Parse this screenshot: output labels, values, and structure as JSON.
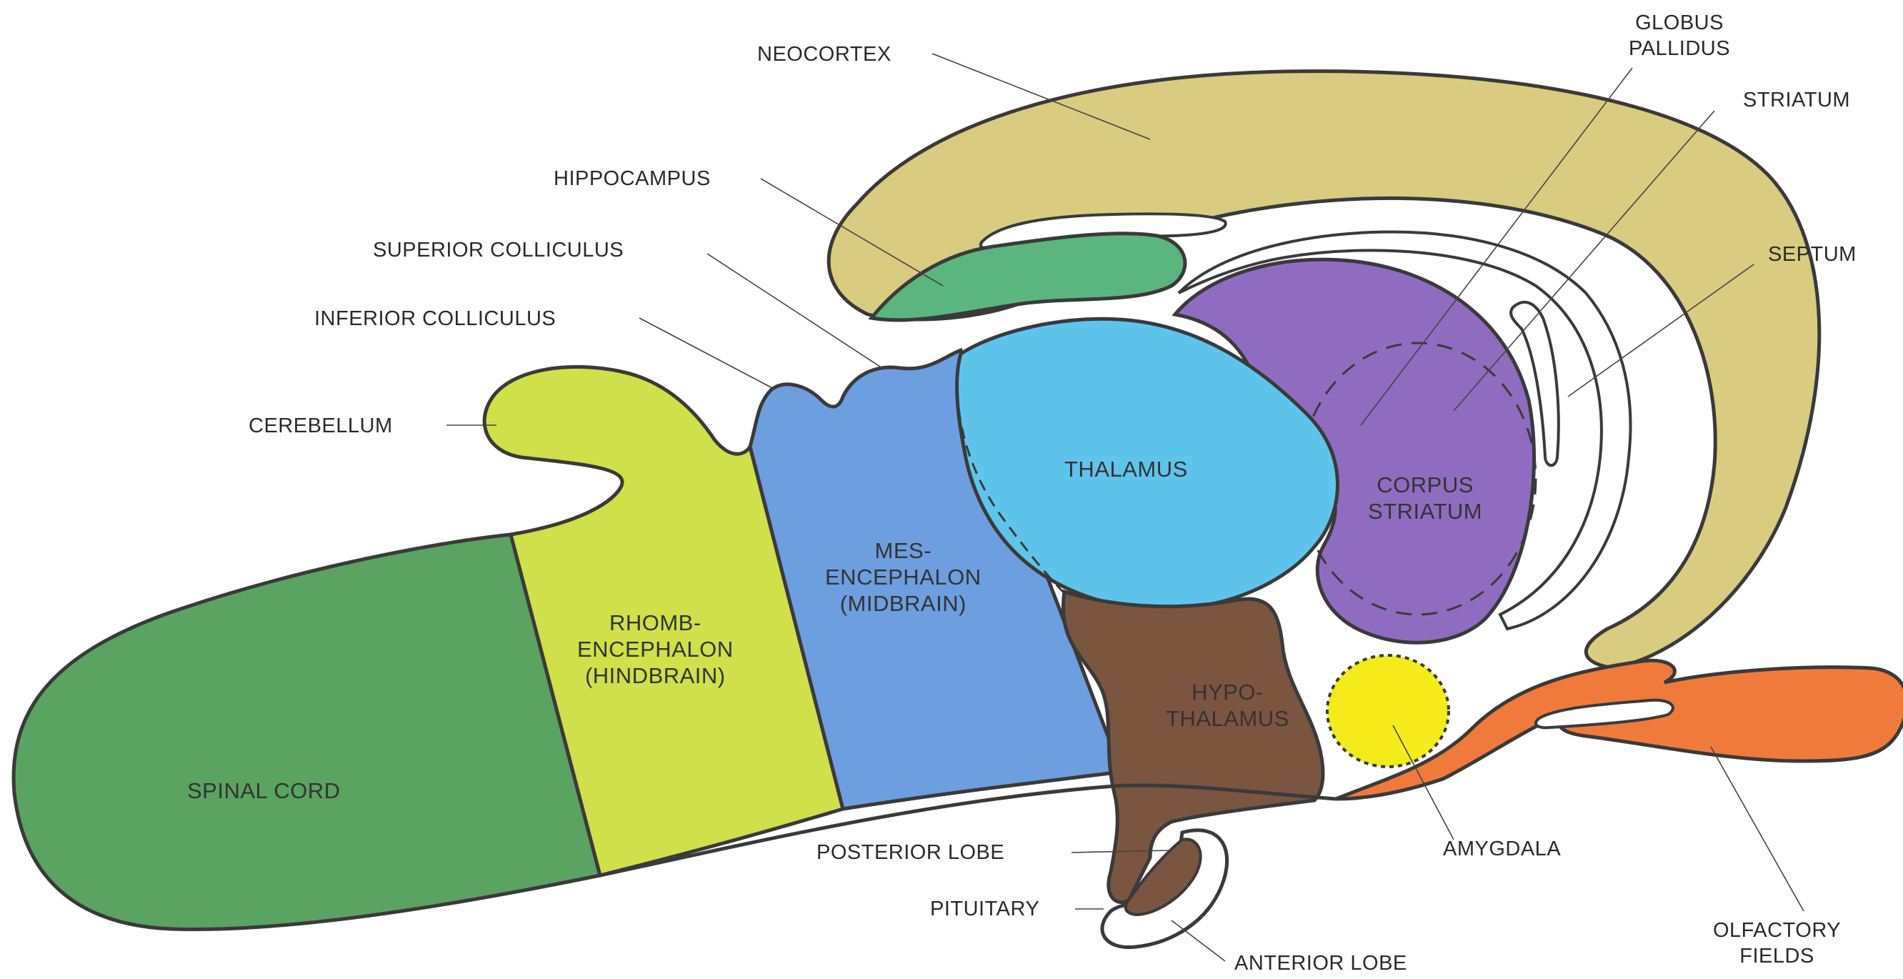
{
  "labels": {
    "neocortex": "NEOCORTEX",
    "globus_pallidus": [
      "GLOBUS",
      "PALLIDUS"
    ],
    "striatum": "STRIATUM",
    "hippocampus": "HIPPOCAMPUS",
    "septum": "SEPTUM",
    "superior_colliculus": "SUPERIOR COLLICULUS",
    "inferior_colliculus": "INFERIOR COLLICULUS",
    "cerebellum": "CEREBELLUM",
    "thalamus": "THALAMUS",
    "corpus_striatum": [
      "CORPUS",
      "STRIATUM"
    ],
    "mesencephalon": [
      "MES-",
      "ENCEPHALON",
      "(MIDBRAIN)"
    ],
    "rhombencephalon": [
      "RHOMB-",
      "ENCEPHALON",
      "(HINDBRAIN)"
    ],
    "hypothalamus": [
      "HYPO-",
      "THALAMUS"
    ],
    "spinal_cord": "SPINAL CORD",
    "posterior_lobe": "POSTERIOR LOBE",
    "pituitary": "PITUITARY",
    "anterior_lobe": "ANTERIOR LOBE",
    "amygdala": "AMYGDALA",
    "olfactory_fields": [
      "OLFACTORY",
      "FIELDS"
    ]
  },
  "colors": {
    "spinal_cord": "#5aa360",
    "rhombencephalon": "#cfe04a",
    "mesencephalon": "#6d9ee0",
    "thalamus": "#5fc4ec",
    "hypothalamus": "#7a5540",
    "corpus_striatum": "#8f6cc0",
    "neocortex": "#d9cb80",
    "hippocampus": "#5bb57e",
    "amygdala": "#f4ec1a",
    "olfactory_fields": "#f07a3c",
    "outline": "#3a3a3a"
  }
}
